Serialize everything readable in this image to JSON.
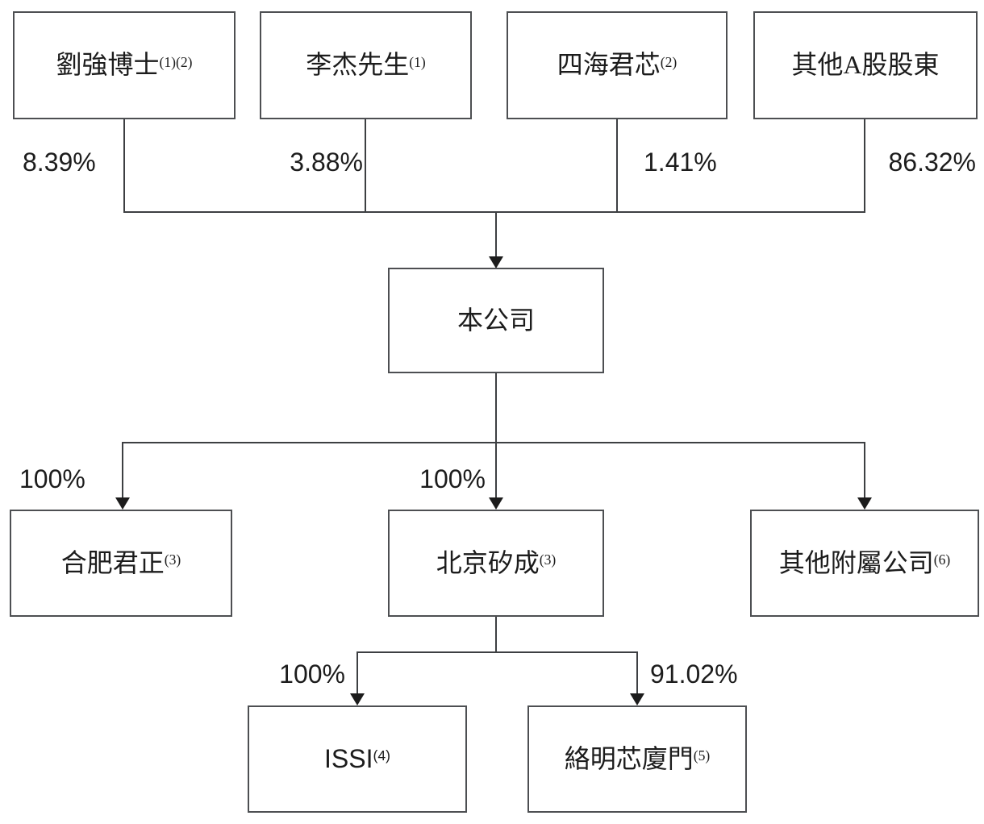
{
  "diagram": {
    "type": "org-shareholding-structure",
    "colors": {
      "background": "#ffffff",
      "box_border": "#4d4f52",
      "connector_line": "#3d3f42",
      "text": "#1c1c1c"
    },
    "company": {
      "name": "本公司"
    },
    "tier1": [
      {
        "name": "劉強博士",
        "sup": "(1)(2)",
        "pct": "8.39%"
      },
      {
        "name": "李杰先生",
        "sup": "(1)",
        "pct": "3.88%"
      },
      {
        "name": "四海君芯",
        "sup": "(2)",
        "pct": "1.41%"
      },
      {
        "name": "其他A股股東",
        "sup": "",
        "pct": "86.32%"
      }
    ],
    "tier2": [
      {
        "name": "合肥君正",
        "sup": "(3)",
        "pct": "100%"
      },
      {
        "name": "北京矽成",
        "sup": "(3)",
        "pct": "100%"
      },
      {
        "name": "其他附屬公司",
        "sup": "(6)",
        "pct": ""
      }
    ],
    "tier3": [
      {
        "name": "ISSI",
        "sup": "(4)",
        "pct": "100%"
      },
      {
        "name": "絡明芯廈門",
        "sup": "(5)",
        "pct": "91.02%"
      }
    ]
  }
}
